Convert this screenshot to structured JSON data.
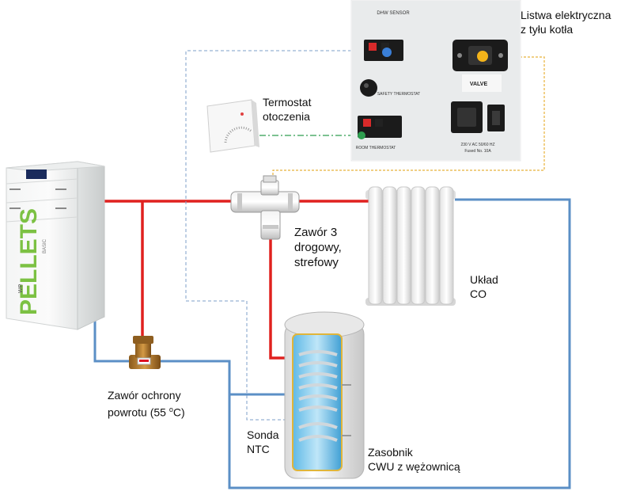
{
  "labels": {
    "power_strip": [
      "Listwa elektryczna",
      "z tyłu kotła"
    ],
    "room_thermostat": [
      "Termostat",
      "otoczenia"
    ],
    "three_way_valve": [
      "Zawór 3",
      "drogowy,",
      "strefowy"
    ],
    "heating_circuit": [
      "Układ",
      "CO"
    ],
    "return_valve_line1": "Zawór ochrony",
    "return_valve_line2_text": "powrotu  (55 ",
    "return_valve_degree": "o",
    "return_valve_unit": "C)",
    "ntc_sensor": [
      "Sonda",
      "NTC"
    ],
    "storage_tank": [
      "Zasobnik",
      "CWU z wężownicą"
    ]
  },
  "panel": {
    "dhw_sensor": "DHW SENSOR",
    "safety_thermostat": "SAFETY THERMOSTAT",
    "room_thermostat": "ROOM THERMOSTAT",
    "valve": "VALVE",
    "power_rating": "230 V AC 50/60 HZ",
    "fuse": "Fused No. 10A"
  },
  "boiler": {
    "brand": "PELLETS",
    "brand_prefix": "we",
    "brand_suffix": "BASIC"
  },
  "colors": {
    "supply_pipe": "#e0211f",
    "return_pipe": "#5b8fc6",
    "sensor_wire": "#7e9fc8",
    "thermostat_wire": "#2e9e4f",
    "valve_wire": "#e8b23a",
    "panel_bg": "#e9ebec"
  }
}
